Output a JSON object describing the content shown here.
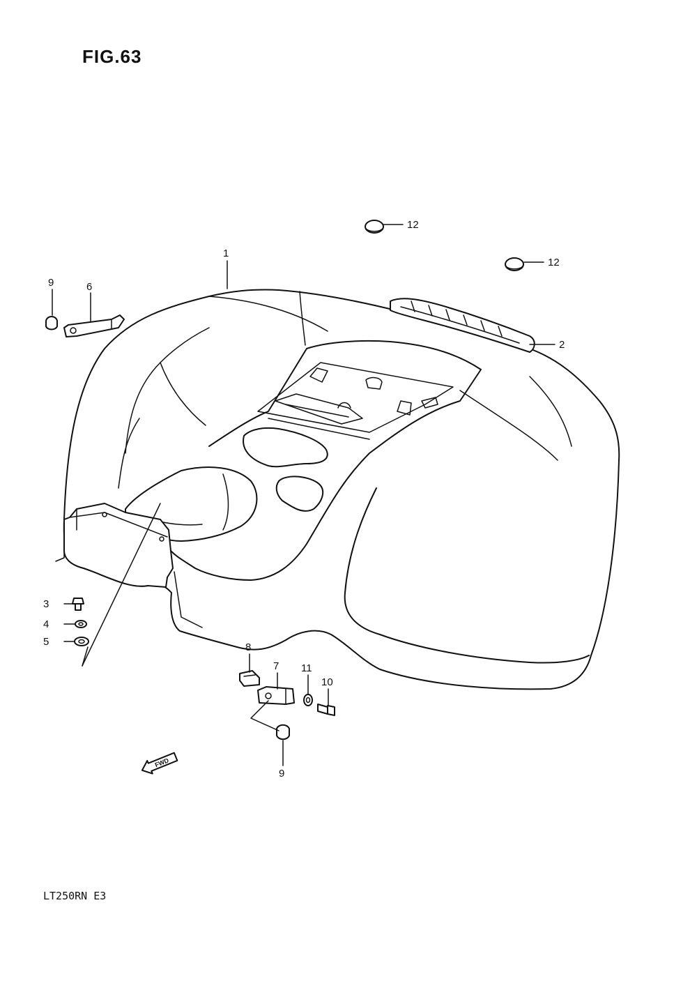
{
  "figure": {
    "title": "FIG.63",
    "model_code": "LT250RN  E3",
    "fwd_label": "FWD"
  },
  "callouts": {
    "c1": "1",
    "c2": "2",
    "c3": "3",
    "c4": "4",
    "c5": "5",
    "c6": "6",
    "c7": "7",
    "c8": "8",
    "c9a": "9",
    "c9b": "9",
    "c10": "10",
    "c11": "11",
    "c12a": "12",
    "c12b": "12"
  }
}
